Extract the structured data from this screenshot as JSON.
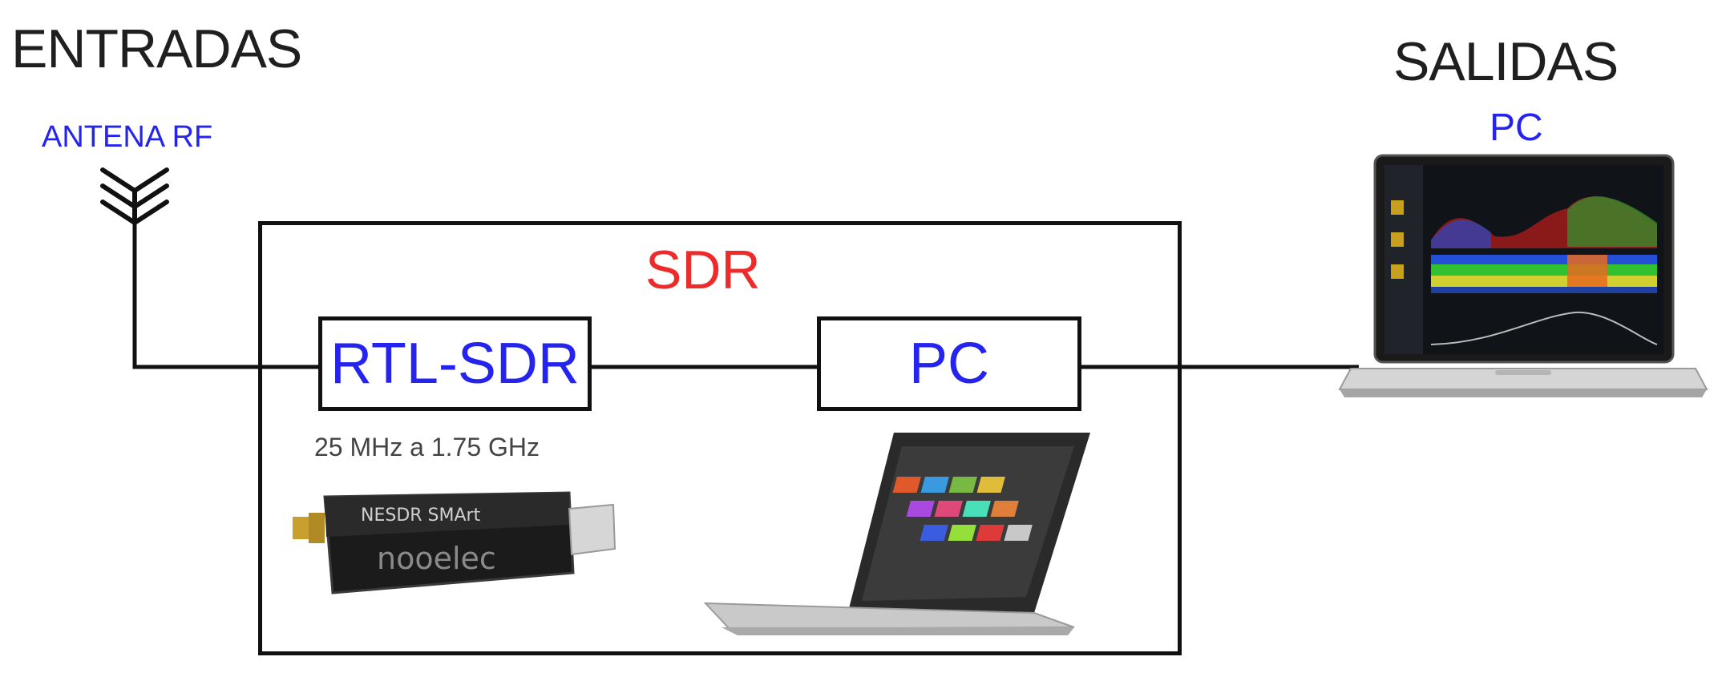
{
  "inputs": {
    "title": "ENTRADAS",
    "antenna_label": "ANTENA RF"
  },
  "outputs": {
    "title": "SALIDAS",
    "pc_label": "PC"
  },
  "sdr": {
    "title": "SDR",
    "rtl_label": "RTL-SDR",
    "pc_label": "PC",
    "freq_range": "25 MHz a 1.75 GHz",
    "dongle_top_text": "NESDR SMArt",
    "dongle_brand": "nooelec"
  },
  "colors": {
    "blue": "#2424ee",
    "red": "#ee2b2b",
    "line": "#111111"
  },
  "icons": [
    "antenna-icon",
    "rtl-sdr-dongle-image",
    "laptop-image",
    "spectrum-laptop-image"
  ]
}
